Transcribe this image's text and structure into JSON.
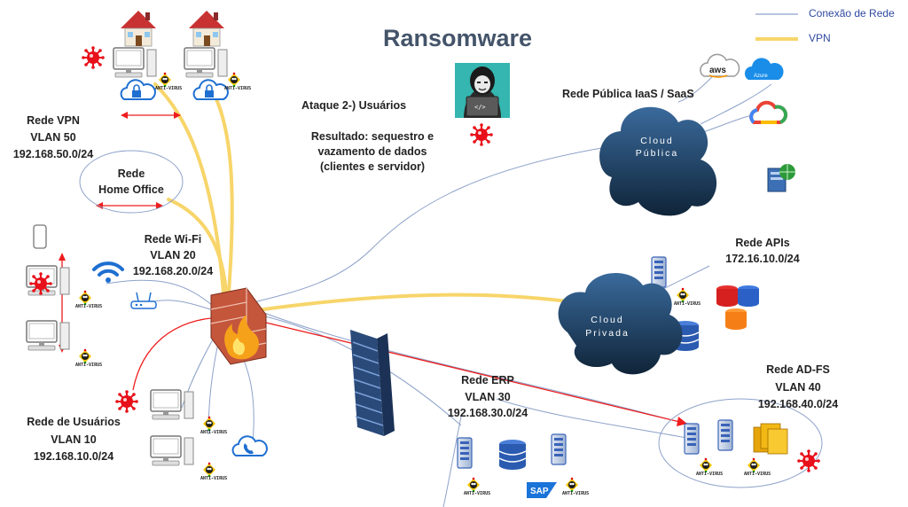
{
  "title": "Ransomware",
  "legend": {
    "network": "Conexão de Rede",
    "vpn": "VPN"
  },
  "attack": {
    "line1": "Ataque 2-) Usuários",
    "result1": "Resultado: sequestro e",
    "result2": "vazamento de dados",
    "result3": "(clientes e servidor)"
  },
  "vpn_net": {
    "name": "Rede VPN",
    "vlan": "VLAN 50",
    "subnet": "192.168.50.0/24"
  },
  "home_office": {
    "line1": "Rede",
    "line2": "Home Office"
  },
  "wifi_net": {
    "name": "Rede Wi-Fi",
    "vlan": "VLAN 20",
    "subnet": "192.168.20.0/24"
  },
  "users_net": {
    "name": "Rede de Usuários",
    "vlan": "VLAN 10",
    "subnet": "192.168.10.0/24"
  },
  "erp_net": {
    "name": "Rede ERP",
    "vlan": "VLAN 30",
    "subnet": "192.168.30.0/24"
  },
  "adfs_net": {
    "name": "Rede AD-FS",
    "vlan": "VLAN 40",
    "subnet": "192.168.40.0/24"
  },
  "apis_net": {
    "name": "Rede APIs",
    "subnet": "172.16.10.0/24"
  },
  "public_net": {
    "name": "Rede Pública IaaS / SaaS"
  },
  "cloud_public": {
    "line1": "Cloud",
    "line2": "Pública"
  },
  "cloud_private": {
    "line1": "Cloud",
    "line2": "Privada"
  },
  "antivirus_tag": "ANTI-VIRUS",
  "aws_label": "aws",
  "azure_label": "Azure",
  "sap_label": "SAP",
  "colors": {
    "network_line": "#8da2c9",
    "vpn_line": "#f7d56a",
    "attack_line": "#ee1c1c",
    "cloud": "#1e3a5f",
    "title": "#44546a",
    "legend_text": "#2f4aa0",
    "virus": "#e8101a"
  }
}
